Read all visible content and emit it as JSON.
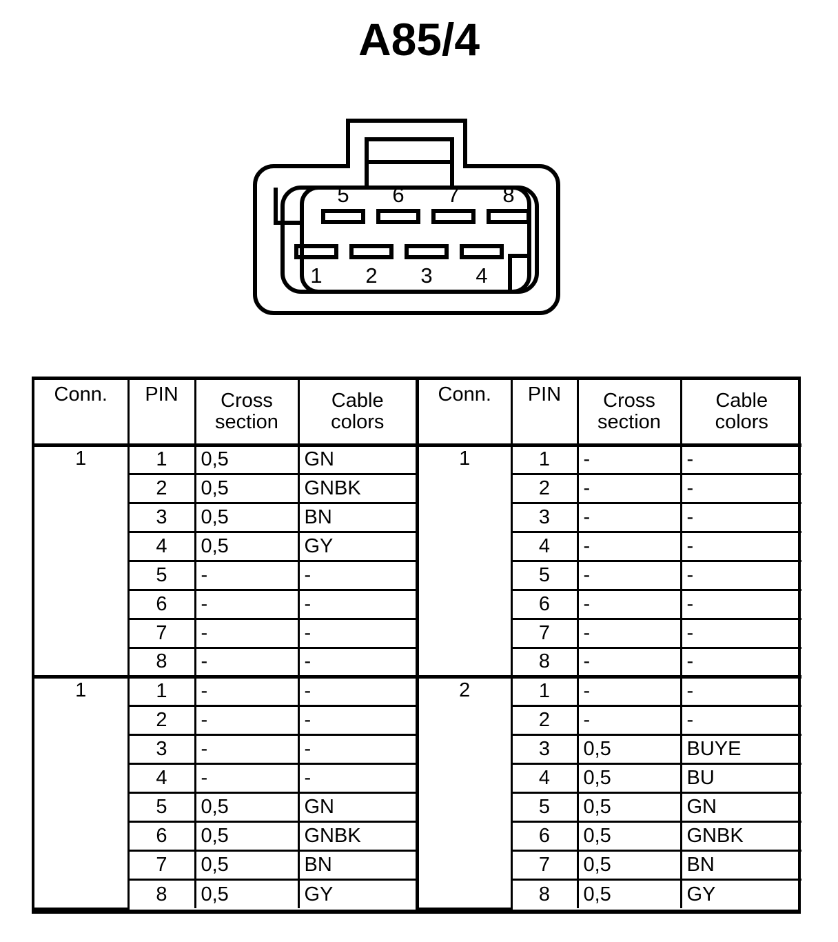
{
  "title": "A85/4",
  "connector": {
    "name": "connector-8-way",
    "top_row_pins": [
      "5",
      "6",
      "7",
      "8"
    ],
    "bottom_row_pins": [
      "1",
      "2",
      "3",
      "4"
    ]
  },
  "table": {
    "headers": {
      "conn": "Conn.",
      "pin": "PIN",
      "cross_section_line1": "Cross",
      "cross_section_line2": "section",
      "cable_colors_line1": "Cable",
      "cable_colors_line2": "colors"
    },
    "left": {
      "blocks": [
        {
          "conn": "1",
          "rows": [
            {
              "pin": "1",
              "cross": "0,5",
              "color": "GN"
            },
            {
              "pin": "2",
              "cross": "0,5",
              "color": "GNBK"
            },
            {
              "pin": "3",
              "cross": "0,5",
              "color": "BN"
            },
            {
              "pin": "4",
              "cross": "0,5",
              "color": "GY"
            },
            {
              "pin": "5",
              "cross": "-",
              "color": "-"
            },
            {
              "pin": "6",
              "cross": "-",
              "color": "-"
            },
            {
              "pin": "7",
              "cross": "-",
              "color": "-"
            },
            {
              "pin": "8",
              "cross": "-",
              "color": "-"
            }
          ]
        },
        {
          "conn": "1",
          "rows": [
            {
              "pin": "1",
              "cross": "-",
              "color": "-"
            },
            {
              "pin": "2",
              "cross": "-",
              "color": "-"
            },
            {
              "pin": "3",
              "cross": "-",
              "color": "-"
            },
            {
              "pin": "4",
              "cross": "-",
              "color": "-"
            },
            {
              "pin": "5",
              "cross": "0,5",
              "color": "GN"
            },
            {
              "pin": "6",
              "cross": "0,5",
              "color": "GNBK"
            },
            {
              "pin": "7",
              "cross": "0,5",
              "color": "BN"
            },
            {
              "pin": "8",
              "cross": "0,5",
              "color": "GY"
            }
          ]
        }
      ]
    },
    "right": {
      "blocks": [
        {
          "conn": "1",
          "rows": [
            {
              "pin": "1",
              "cross": "-",
              "color": "-"
            },
            {
              "pin": "2",
              "cross": "-",
              "color": "-"
            },
            {
              "pin": "3",
              "cross": "-",
              "color": "-"
            },
            {
              "pin": "4",
              "cross": "-",
              "color": "-"
            },
            {
              "pin": "5",
              "cross": "-",
              "color": "-"
            },
            {
              "pin": "6",
              "cross": "-",
              "color": "-"
            },
            {
              "pin": "7",
              "cross": "-",
              "color": "-"
            },
            {
              "pin": "8",
              "cross": "-",
              "color": "-"
            }
          ]
        },
        {
          "conn": "2",
          "rows": [
            {
              "pin": "1",
              "cross": "-",
              "color": "-"
            },
            {
              "pin": "2",
              "cross": "-",
              "color": "-"
            },
            {
              "pin": "3",
              "cross": "0,5",
              "color": "BUYE"
            },
            {
              "pin": "4",
              "cross": "0,5",
              "color": "BU"
            },
            {
              "pin": "5",
              "cross": "0,5",
              "color": "GN"
            },
            {
              "pin": "6",
              "cross": "0,5",
              "color": "GNBK"
            },
            {
              "pin": "7",
              "cross": "0,5",
              "color": "BN"
            },
            {
              "pin": "8",
              "cross": "0,5",
              "color": "GY"
            }
          ]
        }
      ]
    }
  },
  "colors": {
    "ink": "#000000",
    "paper": "#ffffff"
  }
}
